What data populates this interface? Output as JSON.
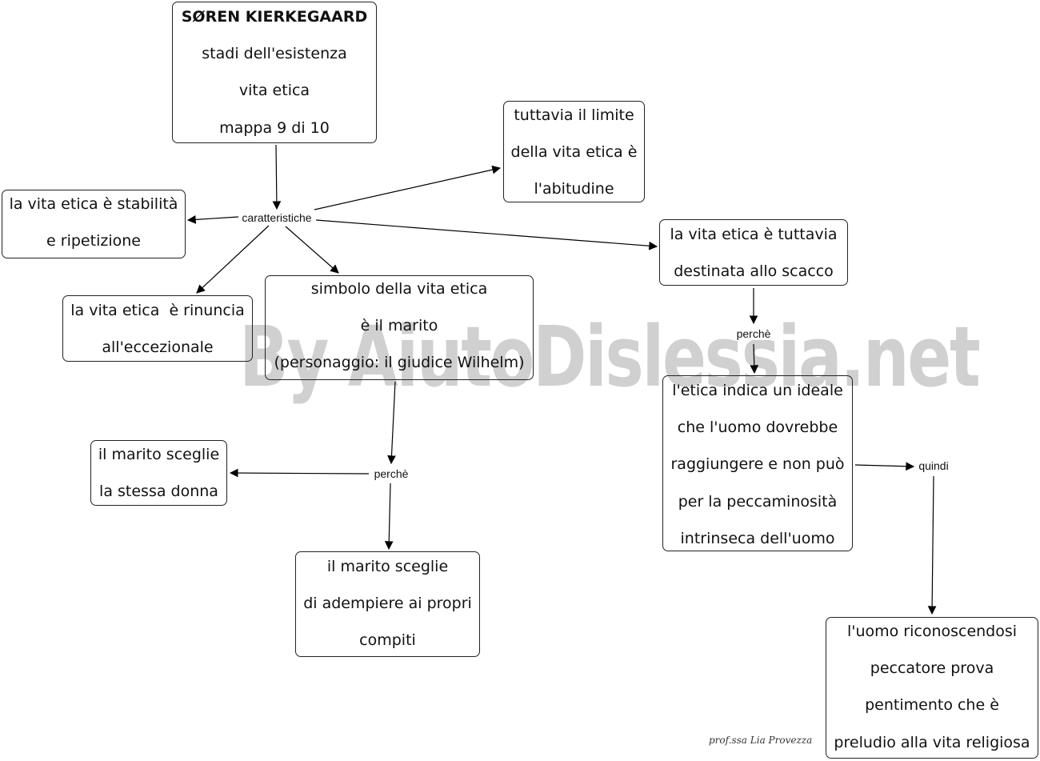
{
  "nodes": {
    "title": {
      "lines": [
        "SØREN KIERKEGAARD",
        "stadi dell'esistenza",
        "vita etica",
        "mappa 9 di 10"
      ]
    },
    "limite": {
      "lines": [
        "tuttavia il limite",
        "della vita etica è",
        "l'abitudine"
      ]
    },
    "stabilita": {
      "lines": [
        "la vita etica è stabilità",
        "e ripetizione"
      ]
    },
    "scacco": {
      "lines": [
        "la vita etica è tuttavia",
        "destinata allo scacco"
      ]
    },
    "rinuncia": {
      "lines": [
        "la vita etica  è rinuncia",
        "all'eccezionale"
      ]
    },
    "simbolo": {
      "lines": [
        "simbolo della vita etica",
        "è il marito",
        "(personaggio: il giudice Wilhelm)"
      ]
    },
    "ideale": {
      "lines": [
        "l'etica indica un ideale",
        "che l'uomo dovrebbe",
        "raggiungere e non può",
        "per la peccaminosità",
        "intrinseca dell'uomo"
      ]
    },
    "stessa_donna": {
      "lines": [
        "il marito sceglie",
        "la stessa donna"
      ]
    },
    "compiti": {
      "lines": [
        "il marito sceglie",
        "di adempiere ai propri",
        "compiti"
      ]
    },
    "pentimento": {
      "lines": [
        "l'uomo riconoscendosi",
        "peccatore prova",
        "pentimento che è",
        "preludio alla vita religiosa"
      ]
    }
  },
  "link_labels": {
    "caratteristiche": "caratteristiche",
    "perche_marito": "perchè",
    "perche_scacco": "perchè",
    "quindi": "quindi"
  },
  "watermark": "By AiutoDislessia.net",
  "signature": "prof.ssa Lia Provezza"
}
